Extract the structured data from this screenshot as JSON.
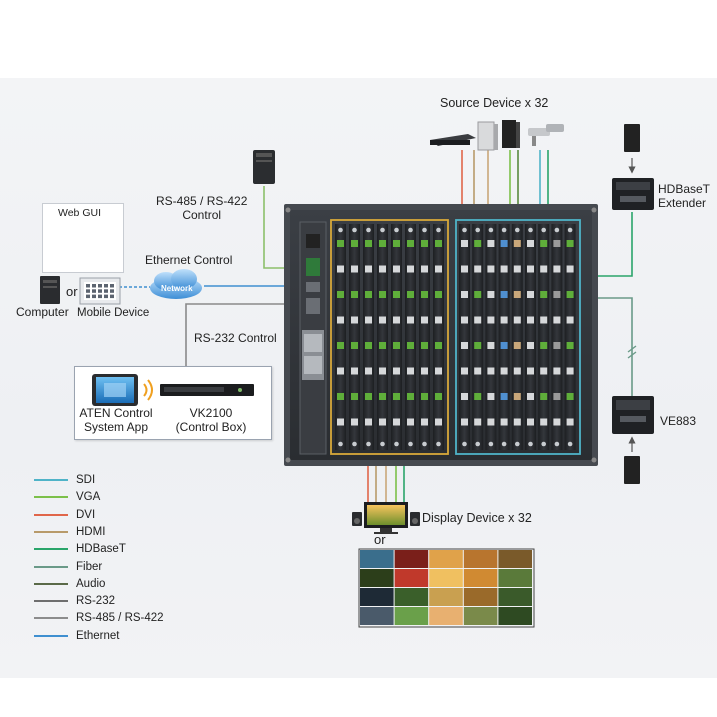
{
  "labels": {
    "source_device": "Source Device x 32",
    "rs485": "RS-485 / RS-422\nControl",
    "web_gui": "Web GUI",
    "computer": "Computer",
    "or1": "or",
    "mobile": "Mobile Device",
    "network": "Network",
    "ethernet_control": "Ethernet Control",
    "rs232_control": "RS-232 Control",
    "aten_app": "ATEN Control\nSystem App",
    "vk2100": "VK2100\n(Control Box)",
    "hdbaset_extender": "HDBaseT\nExtender",
    "ve883": "VE883",
    "display_device": "Display Device x 32",
    "or2": "or"
  },
  "legend": [
    {
      "label": "SDI",
      "color": "#4fb3c8"
    },
    {
      "label": "VGA",
      "color": "#7cc04a"
    },
    {
      "label": "DVI",
      "color": "#e0664a"
    },
    {
      "label": "HDMI",
      "color": "#b89a6a"
    },
    {
      "label": "HDBaseT",
      "color": "#2aa56a"
    },
    {
      "label": "Fiber",
      "color": "#6a9a88"
    },
    {
      "label": "Audio",
      "color": "#5a6a48"
    },
    {
      "label": "RS-232",
      "color": "#6e6e6e"
    },
    {
      "label": "RS-485 / RS-422",
      "color": "#8c8c8c"
    },
    {
      "label": "Ethernet",
      "color": "#3f8fd0"
    }
  ]
}
